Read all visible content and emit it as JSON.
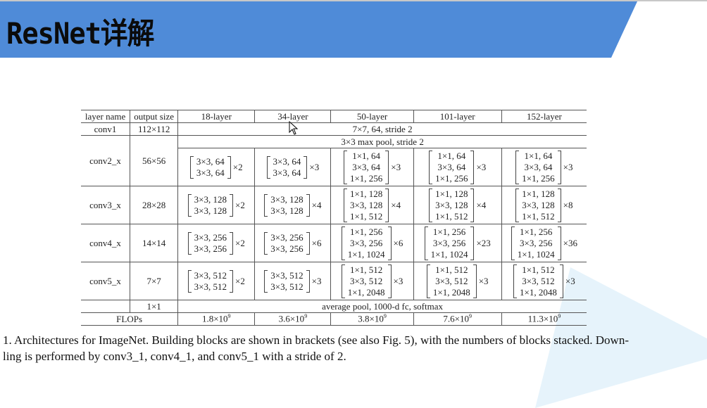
{
  "slide": {
    "title": "ResNet详解",
    "banner_color": "#4f8bd8"
  },
  "table": {
    "headers": [
      "layer name",
      "output size",
      "18-layer",
      "34-layer",
      "50-layer",
      "101-layer",
      "152-layer"
    ],
    "conv1": {
      "name": "conv1",
      "output": "112×112",
      "spec": "7×7, 64, stride 2"
    },
    "maxpool": {
      "spec": "3×3 max pool, stride 2"
    },
    "conv2": {
      "name": "conv2_x",
      "output": "56×56",
      "l18": {
        "lines": [
          "3×3, 64",
          "3×3, 64"
        ],
        "mult": "×2"
      },
      "l34": {
        "lines": [
          "3×3, 64",
          "3×3, 64"
        ],
        "mult": "×3"
      },
      "l50": {
        "lines": [
          "1×1, 64",
          "3×3, 64",
          "1×1, 256"
        ],
        "mult": "×3"
      },
      "l101": {
        "lines": [
          "1×1, 64",
          "3×3, 64",
          "1×1, 256"
        ],
        "mult": "×3"
      },
      "l152": {
        "lines": [
          "1×1, 64",
          "3×3, 64",
          "1×1, 256"
        ],
        "mult": "×3"
      }
    },
    "conv3": {
      "name": "conv3_x",
      "output": "28×28",
      "l18": {
        "lines": [
          "3×3, 128",
          "3×3, 128"
        ],
        "mult": "×2"
      },
      "l34": {
        "lines": [
          "3×3, 128",
          "3×3, 128"
        ],
        "mult": "×4"
      },
      "l50": {
        "lines": [
          "1×1, 128",
          "3×3, 128",
          "1×1, 512"
        ],
        "mult": "×4"
      },
      "l101": {
        "lines": [
          "1×1, 128",
          "3×3, 128",
          "1×1, 512"
        ],
        "mult": "×4"
      },
      "l152": {
        "lines": [
          "1×1, 128",
          "3×3, 128",
          "1×1, 512"
        ],
        "mult": "×8"
      }
    },
    "conv4": {
      "name": "conv4_x",
      "output": "14×14",
      "l18": {
        "lines": [
          "3×3, 256",
          "3×3, 256"
        ],
        "mult": "×2"
      },
      "l34": {
        "lines": [
          "3×3, 256",
          "3×3, 256"
        ],
        "mult": "×6"
      },
      "l50": {
        "lines": [
          "1×1, 256",
          "3×3, 256",
          "1×1, 1024"
        ],
        "mult": "×6"
      },
      "l101": {
        "lines": [
          "1×1, 256",
          "3×3, 256",
          "1×1, 1024"
        ],
        "mult": "×23"
      },
      "l152": {
        "lines": [
          "1×1, 256",
          "3×3, 256",
          "1×1, 1024"
        ],
        "mult": "×36"
      }
    },
    "conv5": {
      "name": "conv5_x",
      "output": "7×7",
      "l18": {
        "lines": [
          "3×3, 512",
          "3×3, 512"
        ],
        "mult": "×2"
      },
      "l34": {
        "lines": [
          "3×3, 512",
          "3×3, 512"
        ],
        "mult": "×3"
      },
      "l50": {
        "lines": [
          "1×1, 512",
          "3×3, 512",
          "1×1, 2048"
        ],
        "mult": "×3"
      },
      "l101": {
        "lines": [
          "1×1, 512",
          "3×3, 512",
          "1×1, 2048"
        ],
        "mult": "×3"
      },
      "l152": {
        "lines": [
          "1×1, 512",
          "3×3, 512",
          "1×1, 2048"
        ],
        "mult": "×3"
      }
    },
    "avgpool": {
      "output": "1×1",
      "spec": "average pool, 1000-d fc, softmax"
    },
    "flops": {
      "label": "FLOPs",
      "base": [
        "1.8×10",
        "3.6×10",
        "3.8×10",
        "7.6×10",
        "11.3×10"
      ],
      "exp": "9"
    }
  },
  "caption": {
    "line1": "1. Architectures for ImageNet. Building blocks are shown in brackets (see also Fig. 5), with the numbers of blocks stacked. Down-",
    "line2": "ling is performed by conv3_1, conv4_1, and conv5_1 with a stride of 2."
  }
}
